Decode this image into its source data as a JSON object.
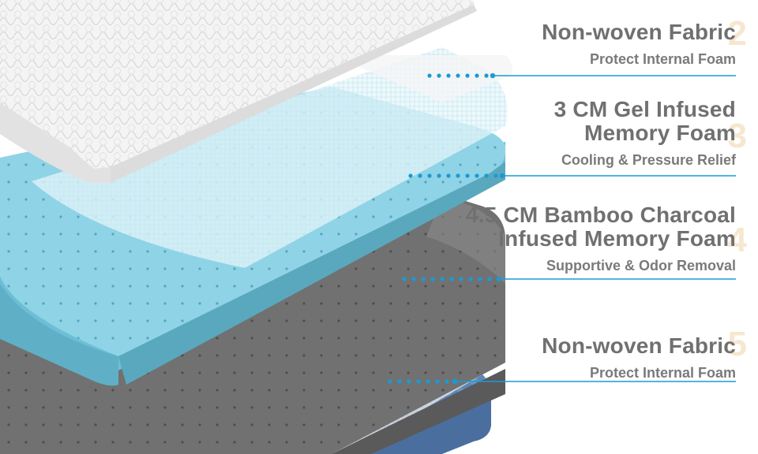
{
  "layers": [
    {
      "title_lines": [
        "Non-woven Fabric"
      ],
      "subtitle": "Protect Internal Foam",
      "number": "2"
    },
    {
      "title_lines": [
        "3 CM Gel Infused",
        "Memory Foam"
      ],
      "subtitle": "Cooling & Pressure Relief",
      "number": "3"
    },
    {
      "title_lines": [
        "4.5 CM Bamboo Charcoal",
        "Infused Memory Foam"
      ],
      "subtitle": "Supportive & Odor Removal",
      "number": "4"
    },
    {
      "title_lines": [
        "Non-woven Fabric"
      ],
      "subtitle": "Protect Internal Foam",
      "number": "5"
    }
  ],
  "colors": {
    "leader_line": "#1a9ad6",
    "title_text": "#707070",
    "cover": "#eeeeee",
    "gel_foam": "#8fd3e6",
    "charcoal_foam": "#6e6e6e",
    "base_fabric": "#5a82b4"
  }
}
